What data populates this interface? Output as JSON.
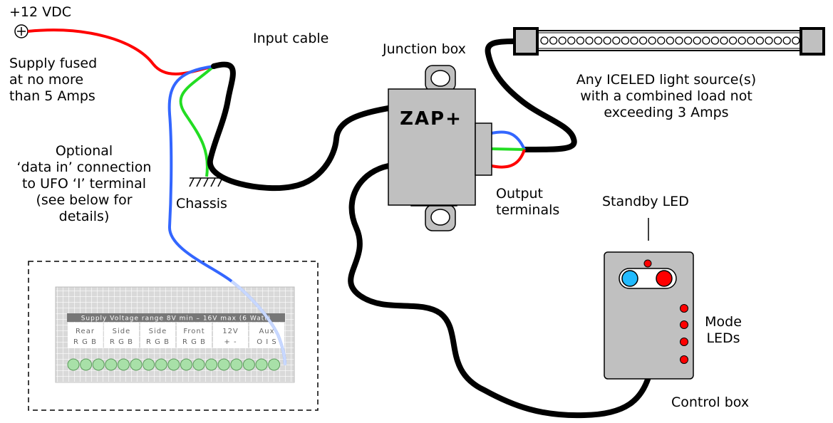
{
  "labels": {
    "supply_voltage": "+12 VDC",
    "supply_fused": [
      "Supply fused",
      "at no more",
      "than 5 Amps"
    ],
    "input_cable": "Input cable",
    "junction_box": "Junction box",
    "light_source": [
      "Any ICELED light source(s)",
      "with a combined load not",
      "exceeding 3 Amps"
    ],
    "optional_data": [
      "Optional",
      "‘data in’ connection",
      "to UFO ‘I’ terminal",
      "(see below for",
      "details)"
    ],
    "chassis": "Chassis",
    "output_terminals": [
      "Output",
      "terminals"
    ],
    "standby_led": "Standby LED",
    "mode_leds": [
      "Mode",
      "LEDs"
    ],
    "control_box": "Control box",
    "zap_brand": "ZAP+"
  },
  "terminal_board": {
    "header": "Supply Voltage range 8V min – 16V max (6 Watt)",
    "groups": [
      {
        "name": "Rear",
        "pins": "R G B"
      },
      {
        "name": "Side",
        "pins": "R G B"
      },
      {
        "name": "Side",
        "pins": "R G B"
      },
      {
        "name": "Front",
        "pins": "R G B"
      },
      {
        "name": "12V",
        "pins": "+ -"
      },
      {
        "name": "Aux",
        "pins": "O I S"
      }
    ]
  },
  "colors": {
    "wire_red": "#ff0000",
    "wire_green": "#22dd22",
    "wire_blue": "#3366ff",
    "cable_black": "#000000",
    "box_grey": "#c0c0c0",
    "led_red": "#ff0000",
    "led_cyan": "#22bbff"
  }
}
